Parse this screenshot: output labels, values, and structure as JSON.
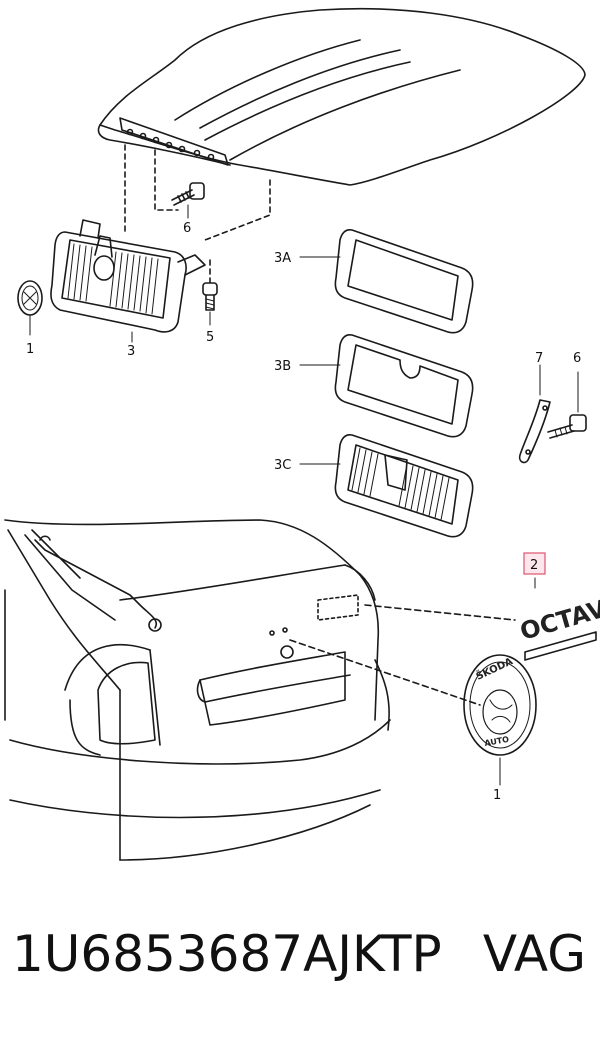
{
  "diagram": {
    "labels": {
      "l1_top": "1",
      "l3": "3",
      "l5": "5",
      "l6_top": "6",
      "l3a": "3A",
      "l3b": "3B",
      "l3c": "3C",
      "l7": "7",
      "l6_right": "6",
      "l2": "2",
      "l1_bottom": "1"
    },
    "emblem": {
      "model_text": "OCTAVIA",
      "brand_text": "ŠKODA",
      "auto_text": "AUTO"
    },
    "highlight_color": "#e0607a"
  },
  "footer": {
    "part_number": "1U6853687AJKTP",
    "brand": "VAG"
  }
}
